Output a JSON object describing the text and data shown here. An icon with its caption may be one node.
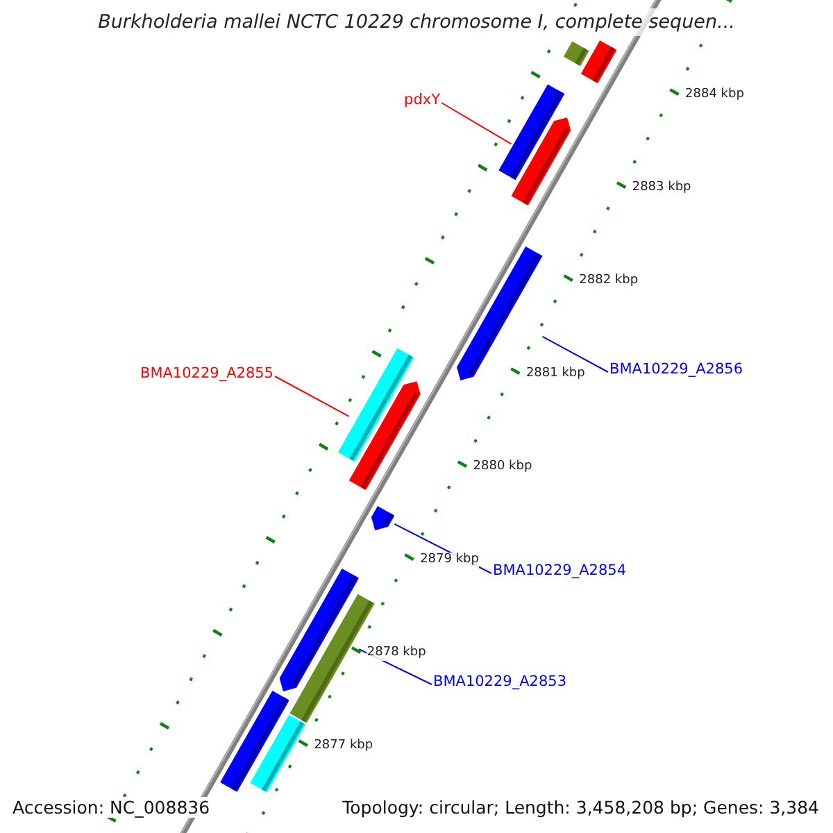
{
  "diagram": {
    "title": "Burkholderia mallei NCTC 10229 chromosome I, complete sequen...",
    "nodes": [
      {
        "text": [],
        "shape": "bar"
      },
      {
        "text": [],
        "shape": "bar"
      },
      {
        "text": [
          "pdxY"
        ]
      },
      {
        "text": [],
        "shape": "bar"
      },
      {
        "text": [],
        "shape": "bar"
      },
      {
        "text": [],
        "shape": "bar"
      },
      {
        "text": [
          "BMA10229_A2856"
        ]
      },
      {
        "text": [
          "BMA10229_A2855"
        ]
      },
      {
        "text": [],
        "shape": "bar"
      },
      {
        "text": [],
        "shape": "bar"
      },
      {
        "text": [],
        "shape": "bar"
      },
      {
        "text": [
          "BMA10229_A2854"
        ]
      },
      {
        "text": [],
        "shape": "bar"
      },
      {
        "text": [],
        "shape": "bar"
      },
      {
        "text": [
          "BMA10229_A2853"
        ]
      },
      {
        "text": [],
        "shape": "bar"
      },
      {
        "text": [],
        "shape": "bar"
      }
    ],
    "edges": [
      {
        "from": 2,
        "to": 4,
        "arrow": "none",
        "color": "#ff0000"
      },
      {
        "from": 6,
        "to": 5,
        "arrow": "none"
      },
      {
        "from": 7,
        "to": 9,
        "arrow": "none",
        "color": "#ff0000"
      },
      {
        "from": 11,
        "to": 10,
        "arrow": "none"
      },
      {
        "from": 14,
        "to": 12,
        "arrow": "none"
      }
    ],
    "labels": [
      "2884 kbp",
      "2883 kbp",
      "2882 kbp",
      "2881 kbp",
      "2880 kbp",
      "2879 kbp",
      "2878 kbp",
      "2877 kbp",
      "Accession: NC_008836",
      "Topology: circular; Length: 3,458,208 bp; Genes: 3,384"
    ]
  }
}
